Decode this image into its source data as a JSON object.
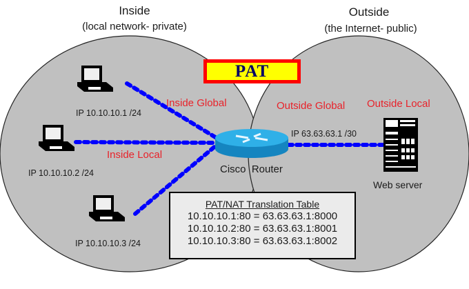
{
  "diagram": {
    "title": "PAT",
    "colors": {
      "zone_fill": "#c0c0c0",
      "link_color": "#0000ff",
      "nat_label_color": "#e8222a",
      "pat_box_fill": "#ffff00",
      "pat_box_border": "#ff0000",
      "pat_text": "#000066",
      "router_color": "#1a9ad6",
      "table_fill": "#ebebeb"
    },
    "zones": {
      "inside": {
        "title": "Inside",
        "subtitle": "(local network- private)"
      },
      "outside": {
        "title": "Outside",
        "subtitle": "(the Internet- public)"
      }
    },
    "nat_labels": {
      "inside_global": "Inside Global",
      "inside_local": "Inside Local",
      "outside_global": "Outside Global",
      "outside_local": "Outside Local"
    },
    "hosts": [
      {
        "icon": "laptop-icon",
        "ip": "IP 10.10.10.1 /24"
      },
      {
        "icon": "laptop-icon",
        "ip": "IP 10.10.10.2 /24"
      },
      {
        "icon": "laptop-icon",
        "ip": "IP 10.10.10.3 /24"
      }
    ],
    "router": {
      "icon": "router-icon",
      "label": "Cisco  Router",
      "outside_ip": "IP 63.63.63.1 /30"
    },
    "server": {
      "icon": "server-icon",
      "label": "Web server"
    },
    "translation_table": {
      "title": "PAT/NAT Translation Table",
      "rows": [
        "10.10.10.1:80 = 63.63.63.1:8000",
        "10.10.10.2:80 = 63.63.63.1:8001",
        "10.10.10.3:80 = 63.63.63.1:8002"
      ]
    }
  }
}
